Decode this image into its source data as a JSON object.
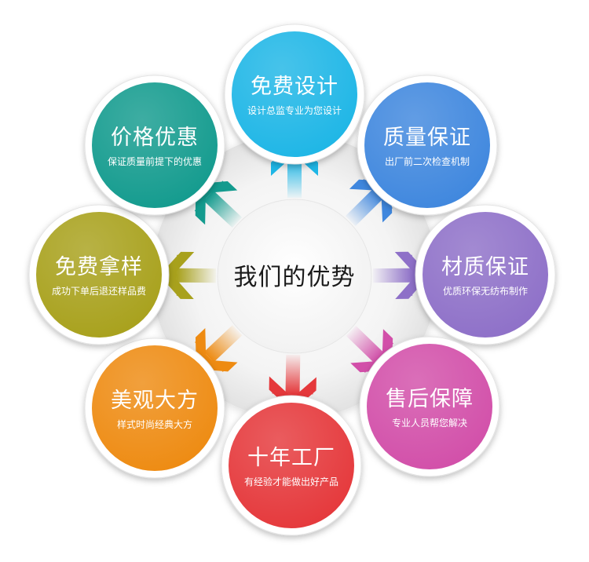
{
  "center": {
    "title": "我们的优势"
  },
  "nodes": [
    {
      "title": "免费设计",
      "subtitle": "设计总监专业为您设计",
      "color": "#1EB6E6"
    },
    {
      "title": "质量保证",
      "subtitle": "出厂前二次检查机制",
      "color": "#3F87DE"
    },
    {
      "title": "材质保证",
      "subtitle": "优质环保无纺布制作",
      "color": "#8E70C8"
    },
    {
      "title": "售后保障",
      "subtitle": "专业人员帮您解决",
      "color": "#D24FA9"
    },
    {
      "title": "十年工厂",
      "subtitle": "有经验才能做出好产品",
      "color": "#E5383B"
    },
    {
      "title": "美观大方",
      "subtitle": "样式时尚经典大方",
      "color": "#EE8B12"
    },
    {
      "title": "免费拿样",
      "subtitle": "成功下单后退还样品费",
      "color": "#A8A11C"
    },
    {
      "title": "价格优惠",
      "subtitle": "保证质量前提下的优惠",
      "color": "#139B8E"
    }
  ]
}
